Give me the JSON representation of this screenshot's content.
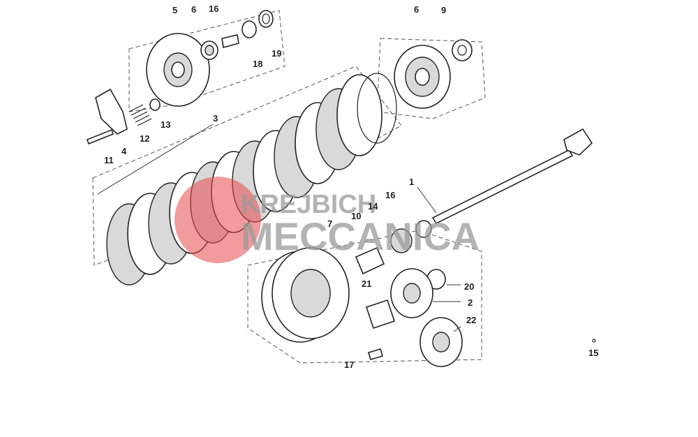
{
  "diagram": {
    "callouts": {
      "c5": "5",
      "c6a": "6",
      "c16a": "16",
      "c19": "19",
      "c18": "18",
      "c6b": "6",
      "c9": "9",
      "c13": "13",
      "c12": "12",
      "c4": "4",
      "c11": "11",
      "c3": "3",
      "c1": "1",
      "c16b": "16",
      "c14": "14",
      "c10": "10",
      "c7": "7",
      "c21": "21",
      "c20": "20",
      "c2": "2",
      "c22": "22",
      "c17": "17",
      "c15": "15"
    }
  },
  "watermark": {
    "line1": "KREJBICH",
    "line2": "MECCANICA",
    "colors": {
      "logo_red": "#e8494a",
      "text_gray": "#9a9a9a"
    }
  }
}
